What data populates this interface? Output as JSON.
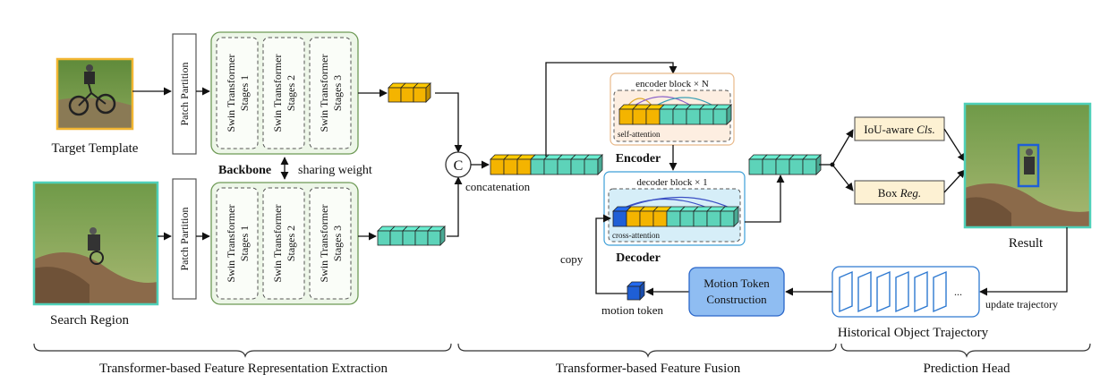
{
  "images": {
    "template_caption": "Target Template",
    "search_caption": "Search Region",
    "result_caption": "Result"
  },
  "backbone": {
    "patch_partition": "Patch Partition",
    "stage_line1": "Swin Transformer",
    "stages": [
      "Stages 1",
      "Stages 2",
      "Stages 3"
    ],
    "backbone_label": "Backbone",
    "sharing_label": "sharing weight"
  },
  "fusion": {
    "concat_symbol": "C",
    "concat_label": "concatenation",
    "encoder_block": "encoder block × N",
    "self_attention": "self-attention",
    "encoder_label": "Encoder",
    "decoder_block": "decoder block × 1",
    "cross_attention": "cross-attention",
    "decoder_label": "Decoder",
    "copy_label": "copy",
    "motion_token_label": "motion token",
    "motion_construction_line1": "Motion Token",
    "motion_construction_line2": "Construction"
  },
  "head": {
    "iou_prefix": "IoU-aware ",
    "iou_italic": "Cls.",
    "box_prefix": "Box ",
    "box_italic": "Reg.",
    "trajectory_label": "Historical Object Trajectory",
    "trajectory_dots": "...",
    "update_label": "update trajectory"
  },
  "sections": {
    "extraction": "Transformer-based Feature Representation Extraction",
    "fusion": "Transformer-based Feature Fusion",
    "prediction": "Prediction Head"
  },
  "colors": {
    "template_token": "#f4b400",
    "search_token": "#5dd3b9",
    "motion_token": "#1f5fd6",
    "backbone_fill": "#edf6e8",
    "backbone_border": "#6e9a56",
    "encoder_bg": "#fdeee1",
    "decoder_bg": "#d6eef8",
    "motion_box": "#8fbdf2",
    "head_box": "#fdf1d3",
    "image_border_template": "#f2b632",
    "image_border_search": "#4fd0b8"
  }
}
